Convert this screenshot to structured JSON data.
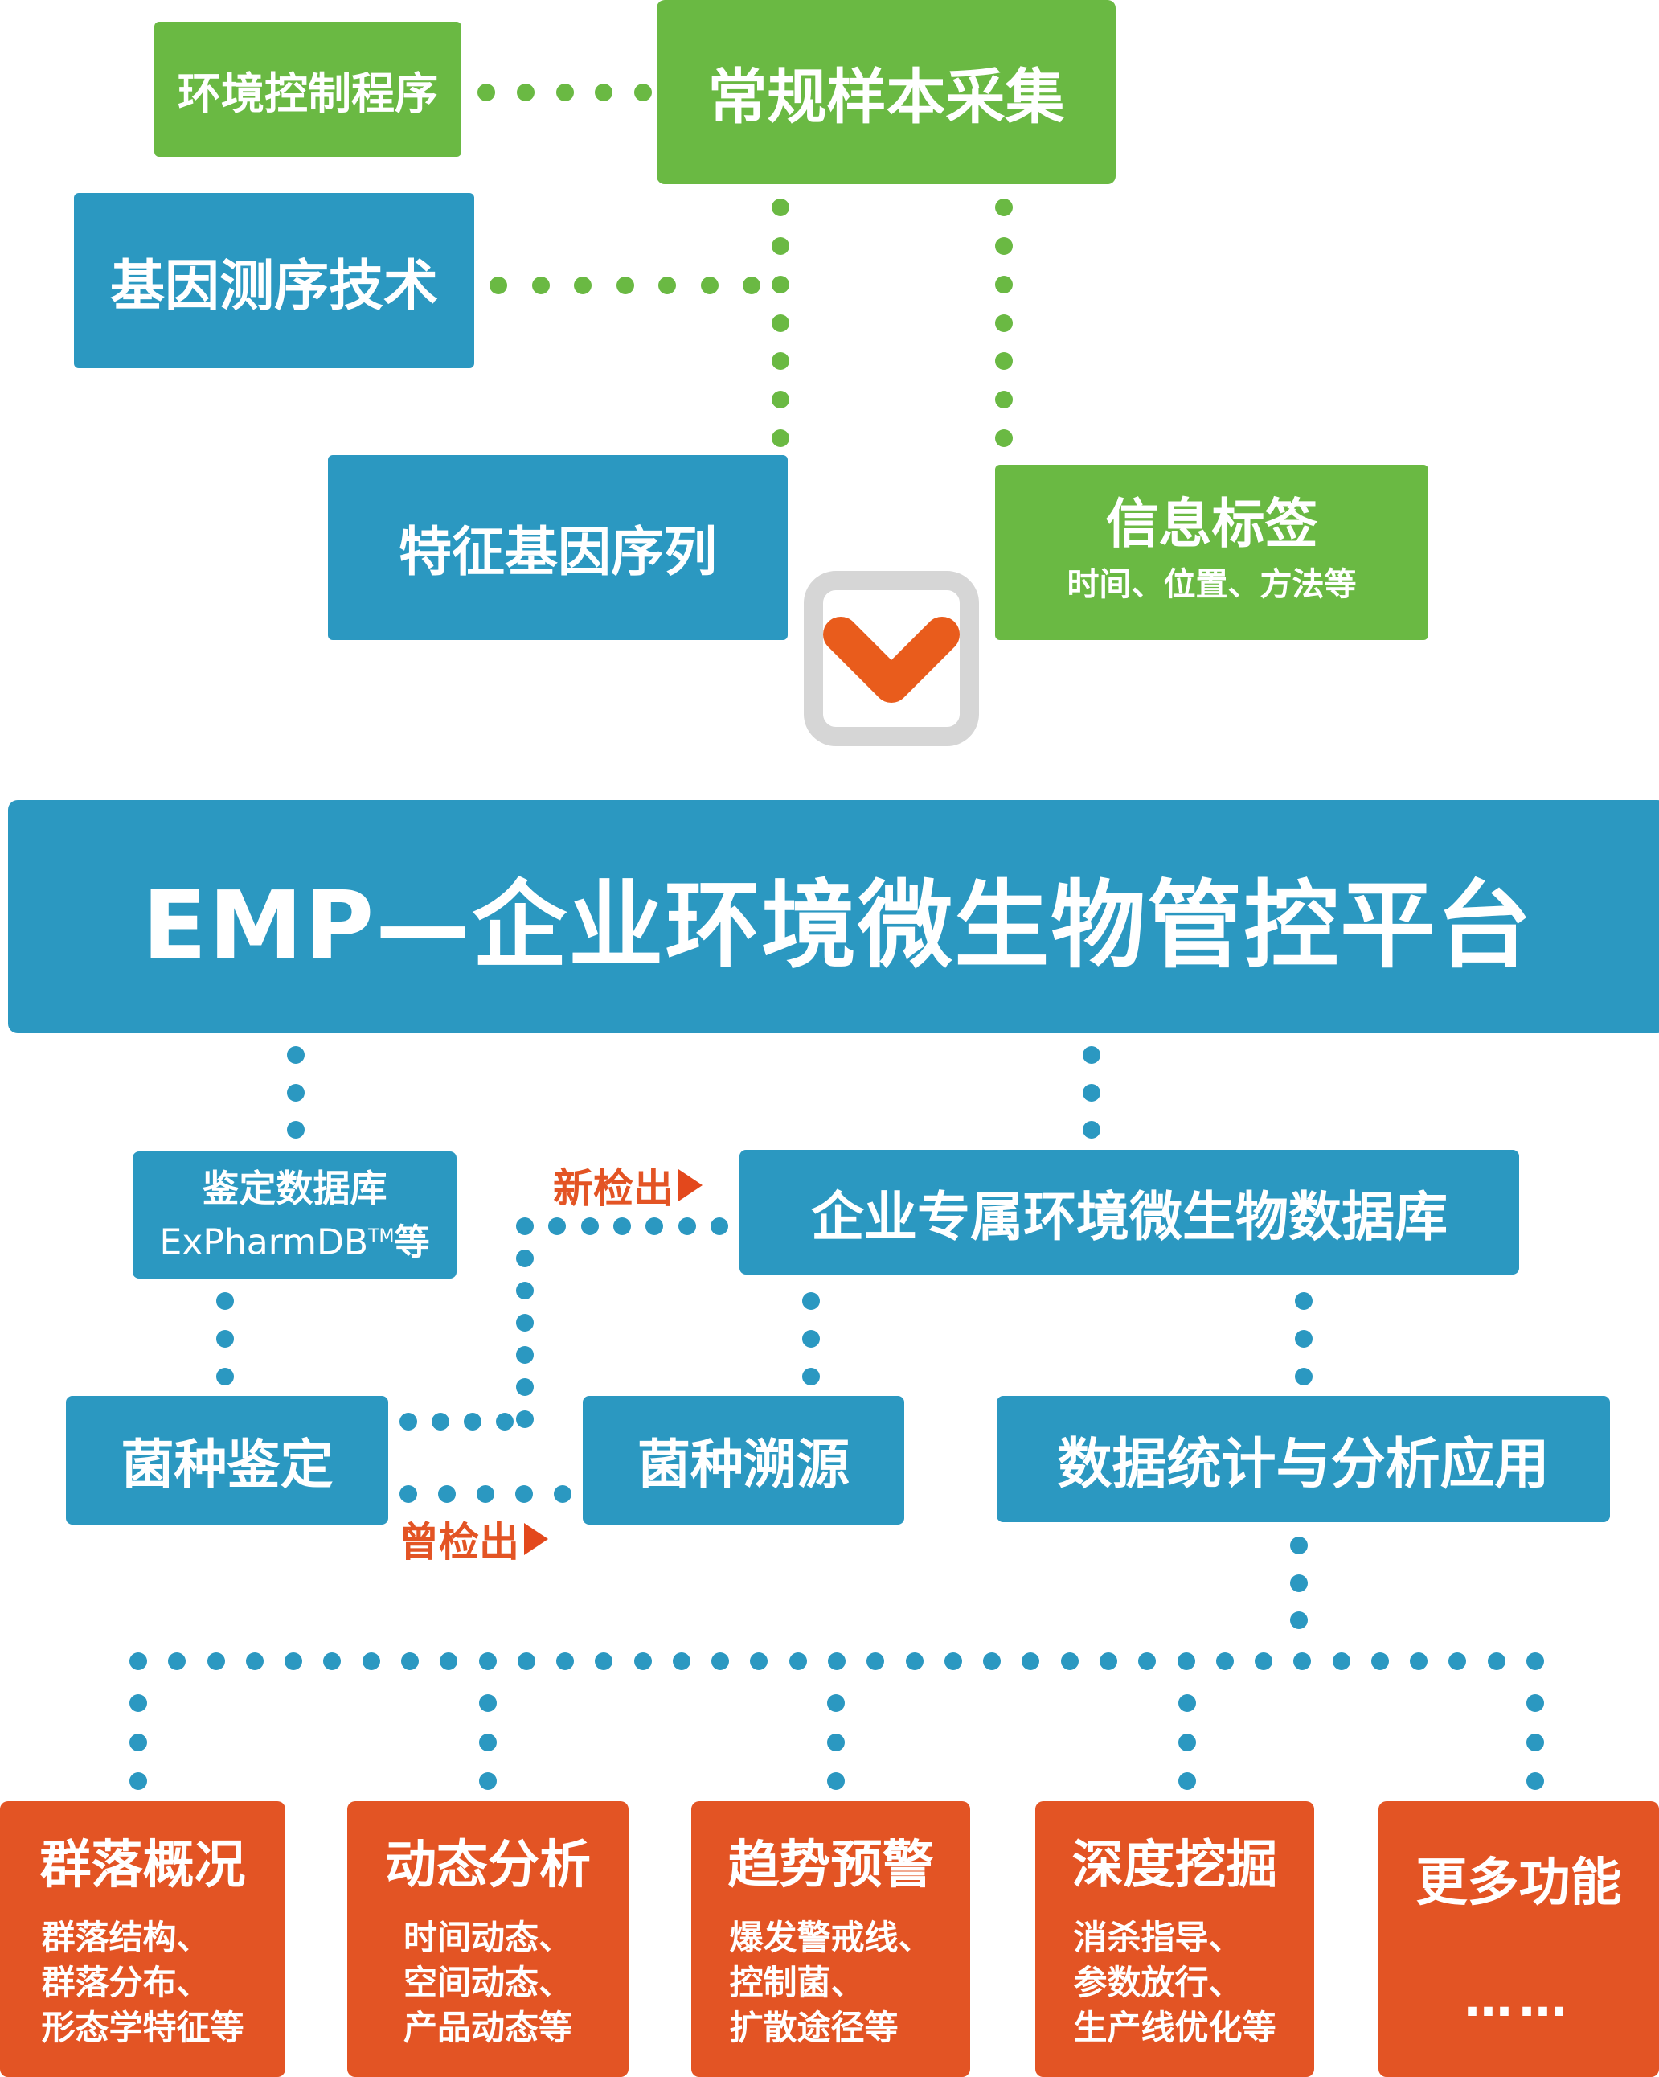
{
  "top": {
    "env_control": "环境控制程序",
    "routine_sampling": "常规样本采集",
    "gene_sequencing": "基因测序技术",
    "feature_gene_sequence": "特征基因序列",
    "info_tag": {
      "title": "信息标签",
      "subtitle": "时间、位置、方法等"
    }
  },
  "arrow": {
    "icon": "chevron-down-icon"
  },
  "platform": {
    "title": "EMP—企业环境微生物管控平台"
  },
  "middle": {
    "id_database": {
      "line1": "鉴定数据库",
      "line2": "ExPharmDB",
      "tm": "TM",
      "suffix": "等"
    },
    "enterprise_db": "企业专属环境微生物数据库",
    "new_detected": "新检出",
    "previously_detected": "曾检出",
    "strain_identification": "菌种鉴定",
    "strain_tracing": "菌种溯源",
    "data_analysis": "数据统计与分析应用"
  },
  "functions": [
    {
      "title": "群落概况",
      "items": [
        "群落结构、",
        "群落分布、",
        "形态学特征等"
      ]
    },
    {
      "title": "动态分析",
      "items": [
        "时间动态、",
        "空间动态、",
        "产品动态等"
      ]
    },
    {
      "title": "趋势预警",
      "items": [
        "爆发警戒线、",
        "控制菌、",
        "扩散途径等"
      ]
    },
    {
      "title": "深度挖掘",
      "items": [
        "消杀指导、",
        "参数放行、",
        "生产线优化等"
      ]
    },
    {
      "title": "更多功能",
      "items": [
        "……"
      ]
    }
  ],
  "colors": {
    "green": "#6ab943",
    "blue": "#2b98c1",
    "orange": "#e35424",
    "gray": "#d6d6d6"
  }
}
